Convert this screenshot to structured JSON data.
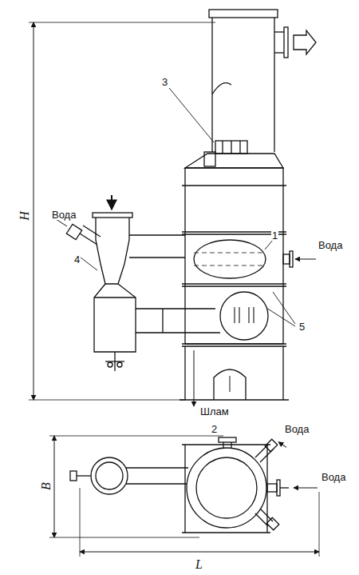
{
  "diagram": {
    "labels": [
      "H",
      "Вода",
      "3",
      "Вода",
      "1",
      "4",
      "5",
      "Шлам",
      "2",
      "Вода",
      "Вода",
      "В",
      "L"
    ]
  }
}
